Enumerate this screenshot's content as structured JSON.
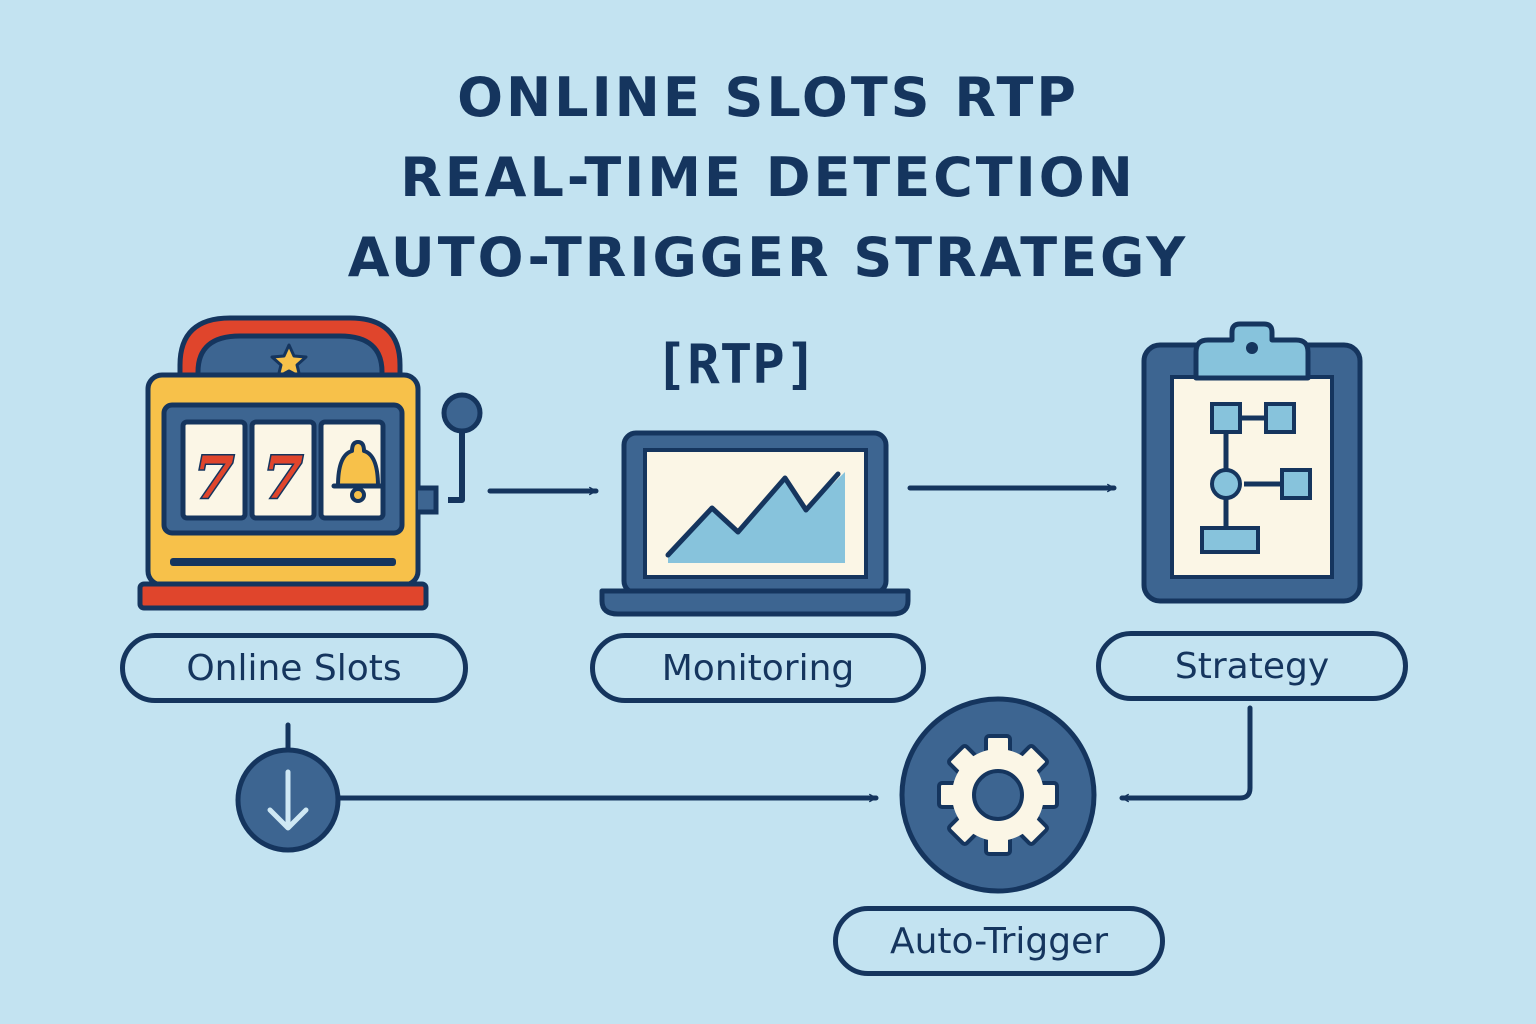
{
  "title": {
    "line1": "ONLINE SLOTS RTP",
    "line2": "REAL-TIME DETECTION",
    "line3": "AUTO-TRIGGER STRATEGY"
  },
  "nodes": {
    "slots": {
      "label": "Online Slots",
      "reel1": "7",
      "reel2": "7",
      "icon": "slot-machine-icon"
    },
    "monitoring": {
      "label": "Monitoring",
      "tag": "[RTP]",
      "icon": "laptop-chart-icon"
    },
    "strategy": {
      "label": "Strategy",
      "icon": "clipboard-flowchart-icon"
    },
    "trigger": {
      "label": "Auto-Trigger",
      "icon": "gear-icon"
    }
  },
  "colors": {
    "background": "#c3e3f1",
    "navy": "#15355e",
    "steel": "#3d6591",
    "yellow": "#f7c14a",
    "red": "#e0452c",
    "cream": "#fbf6e6",
    "light_blue": "#87c3dc"
  }
}
